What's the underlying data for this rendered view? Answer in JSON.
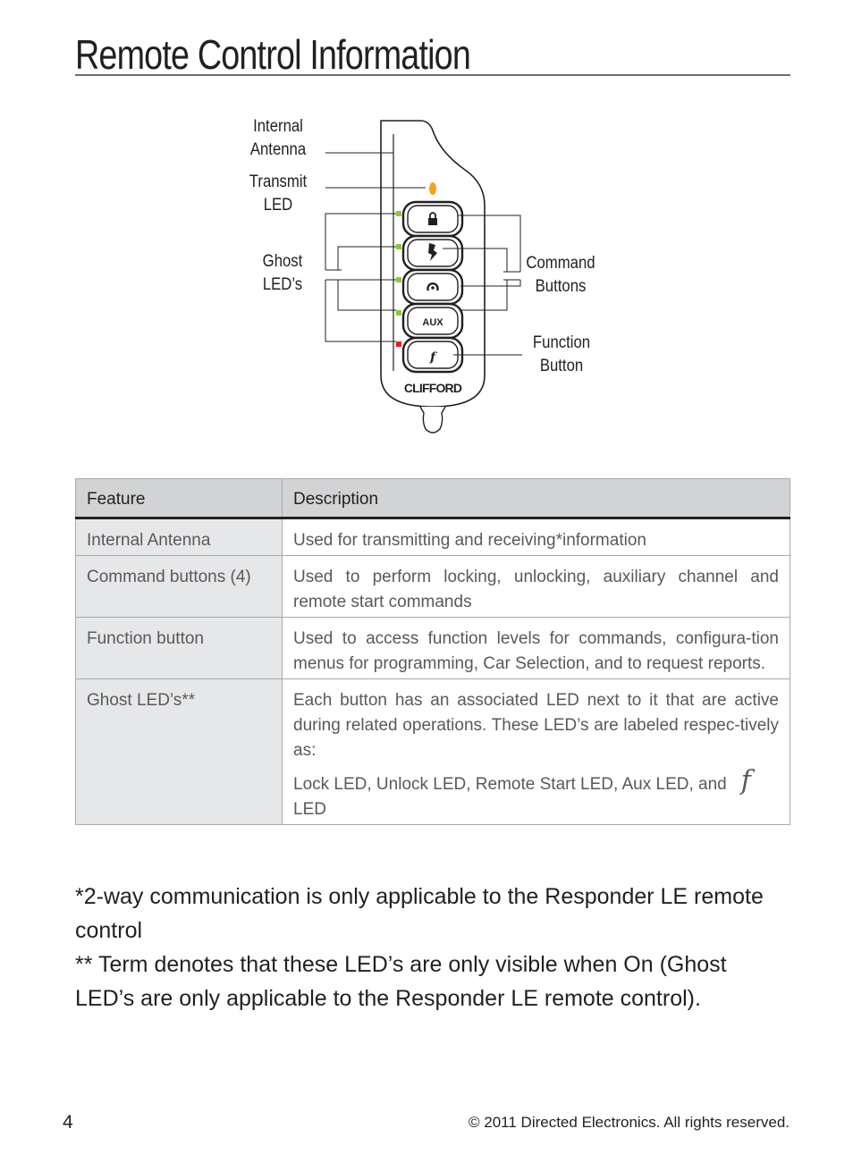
{
  "title": "Remote Control Information",
  "diagram": {
    "labels": {
      "internal_antenna_1": "Internal",
      "internal_antenna_2": "Antenna",
      "transmit_led_1": "Transmit",
      "transmit_led_2": "LED",
      "ghost_leds_1": "Ghost",
      "ghost_leds_2": "LED’s",
      "command_buttons_1": "Command",
      "command_buttons_2": "Buttons",
      "function_button_1": "Function",
      "function_button_2": "Button"
    },
    "aux_label": "AUX",
    "brand": "CLIFFORD",
    "function_glyph": "f",
    "colors": {
      "transmit_led": "#f7a21b",
      "ghost_led": "#8dc63f",
      "function_led": "#ed1c24"
    }
  },
  "table": {
    "header_feature": "Feature",
    "header_description": "Description",
    "rows": [
      {
        "feature": "Internal Antenna",
        "description": "Used for transmitting and receiving*information"
      },
      {
        "feature": "Command buttons (4)",
        "description": "Used to perform locking, unlocking, auxiliary channel and remote start commands"
      },
      {
        "feature": "Function button",
        "description": "Used to access function levels for commands, configura-tion menus for programming, Car Selection, and to request reports."
      },
      {
        "feature": "Ghost LED’s**",
        "description": "Each button has an associated LED next to it that are active during related operations. These LED’s are labeled respec-tively as:",
        "description_2": "Lock LED, Unlock LED, Remote Start LED, Aux LED, and",
        "description_2_glyph": "f",
        "description_3": "LED"
      }
    ]
  },
  "notes": {
    "note_1": "*2-way communication is only applicable to the Responder LE remote control",
    "note_2": "** Term denotes that these LED’s are only visible when On (Ghost LED’s are only applicable to the Responder LE remote control)."
  },
  "footer": {
    "page_number": "4",
    "copyright": "© 2011 Directed Electronics. All rights reserved."
  }
}
